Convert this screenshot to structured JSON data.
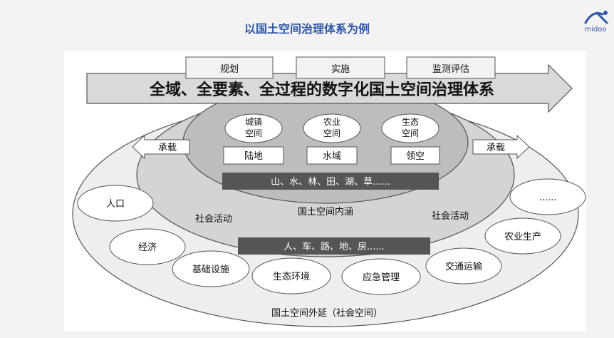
{
  "slide_title": "以国土空间治理体系为例",
  "logo_text": "midoo",
  "colors": {
    "title_blue": "#2f56a6",
    "arrow_gray": "#d9d9d9",
    "outer_ring": "#eeeeee",
    "middle_ring": "#d4d4d4",
    "inner_ring": "#bdbdbd",
    "dark_bar": "#555555"
  },
  "stages": [
    "规划",
    "实施",
    "监测评估"
  ],
  "main_arrow_text": "全域、全要素、全过程的数字化国土空间治理体系",
  "bearing_left": "承载",
  "bearing_right": "承载",
  "space_types": [
    "城镇\n空间",
    "农业\n空间",
    "生态\n空间"
  ],
  "domains": [
    "陆地",
    "水域",
    "领空"
  ],
  "natural_elements": "山、水、林、田、湖、草......",
  "inner_label": "国土空间内涵",
  "social_activity_left": "社会活动",
  "social_activity_right": "社会活动",
  "human_elements": "人、车、路、地、房......",
  "outer_label": "国土空间外延（社会空间）",
  "outer_items": [
    "人口",
    "经济",
    "基础设施",
    "生态环境",
    "应急管理",
    "交通运输",
    "农业生产",
    "......"
  ]
}
